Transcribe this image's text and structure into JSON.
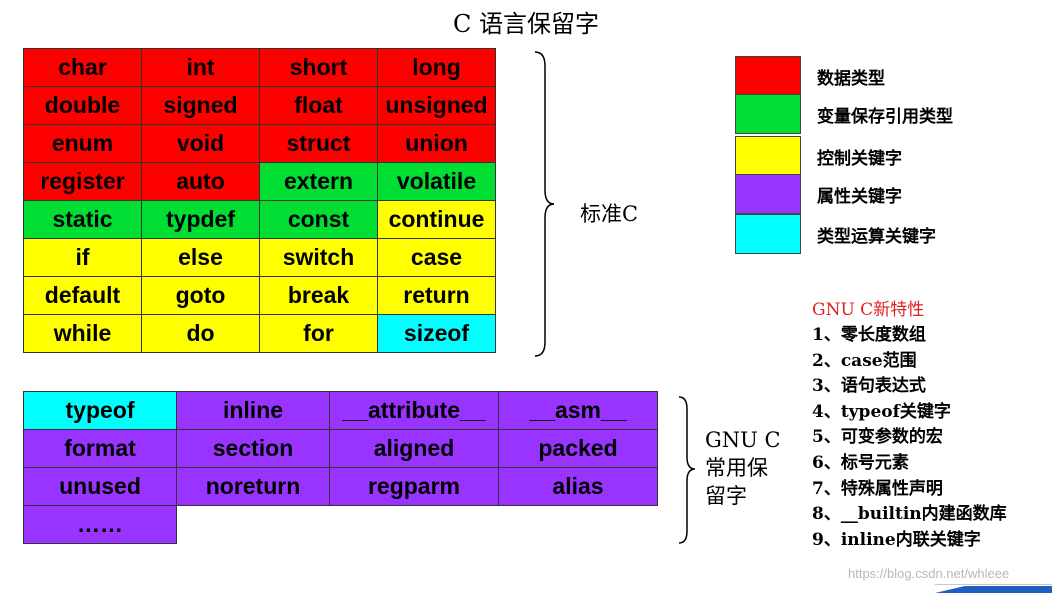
{
  "title": "C 语言保留字",
  "colors": {
    "data_type": "#ff0000",
    "storage_ref": "#00dd33",
    "control": "#ffff00",
    "attribute": "#9933ff",
    "type_op": "#00ffff"
  },
  "standard_table": [
    [
      {
        "text": "char",
        "cls": "c-data"
      },
      {
        "text": "int",
        "cls": "c-data"
      },
      {
        "text": "short",
        "cls": "c-data"
      },
      {
        "text": "long",
        "cls": "c-data"
      }
    ],
    [
      {
        "text": "double",
        "cls": "c-data"
      },
      {
        "text": "signed",
        "cls": "c-data"
      },
      {
        "text": "float",
        "cls": "c-data"
      },
      {
        "text": "unsigned",
        "cls": "c-data"
      }
    ],
    [
      {
        "text": "enum",
        "cls": "c-data"
      },
      {
        "text": "void",
        "cls": "c-data"
      },
      {
        "text": "struct",
        "cls": "c-data"
      },
      {
        "text": "union",
        "cls": "c-data"
      }
    ],
    [
      {
        "text": "register",
        "cls": "c-data"
      },
      {
        "text": "auto",
        "cls": "c-data"
      },
      {
        "text": "extern",
        "cls": "c-store"
      },
      {
        "text": "volatile",
        "cls": "c-store"
      }
    ],
    [
      {
        "text": "static",
        "cls": "c-store"
      },
      {
        "text": "typdef",
        "cls": "c-store"
      },
      {
        "text": "const",
        "cls": "c-store"
      },
      {
        "text": "continue",
        "cls": "c-ctrl"
      }
    ],
    [
      {
        "text": "if",
        "cls": "c-ctrl"
      },
      {
        "text": "else",
        "cls": "c-ctrl"
      },
      {
        "text": "switch",
        "cls": "c-ctrl"
      },
      {
        "text": "case",
        "cls": "c-ctrl"
      }
    ],
    [
      {
        "text": "default",
        "cls": "c-ctrl"
      },
      {
        "text": "goto",
        "cls": "c-ctrl"
      },
      {
        "text": "break",
        "cls": "c-ctrl"
      },
      {
        "text": "return",
        "cls": "c-ctrl"
      }
    ],
    [
      {
        "text": "while",
        "cls": "c-ctrl"
      },
      {
        "text": "do",
        "cls": "c-ctrl"
      },
      {
        "text": "for",
        "cls": "c-ctrl"
      },
      {
        "text": "sizeof",
        "cls": "c-op"
      }
    ]
  ],
  "standard_label": "标准C",
  "gnu_table": [
    [
      {
        "text": "typeof",
        "cls": "c-op"
      },
      {
        "text": "inline",
        "cls": "c-attr"
      },
      {
        "text": "__attribute__",
        "cls": "c-attr"
      },
      {
        "text": "__asm__",
        "cls": "c-attr"
      }
    ],
    [
      {
        "text": "format",
        "cls": "c-attr"
      },
      {
        "text": "section",
        "cls": "c-attr"
      },
      {
        "text": "aligned",
        "cls": "c-attr"
      },
      {
        "text": "packed",
        "cls": "c-attr"
      }
    ],
    [
      {
        "text": "unused",
        "cls": "c-attr"
      },
      {
        "text": "noreturn",
        "cls": "c-attr"
      },
      {
        "text": "regparm",
        "cls": "c-attr"
      },
      {
        "text": "alias",
        "cls": "c-attr"
      }
    ],
    [
      {
        "text": "……",
        "cls": "c-attr"
      }
    ]
  ],
  "gnu_label": {
    "line1": "GNU C",
    "line2": "常用保",
    "line3": "留字"
  },
  "legend": [
    {
      "label": "数据类型",
      "color": "#ff0000"
    },
    {
      "label": "变量保存引用类型",
      "color": "#00dd33"
    },
    {
      "label": "控制关键字",
      "color": "#ffff00"
    },
    {
      "label": "属性关键字",
      "color": "#9933ff"
    },
    {
      "label": "类型运算关键字",
      "color": "#00ffff"
    }
  ],
  "features": {
    "title": "GNU C新特性",
    "items": [
      "1、零长度数组",
      "2、case范围",
      "3、语句表达式",
      "4、typeof关键字",
      "5、可变参数的宏",
      "6、标号元素",
      "7、特殊属性声明",
      "8、__builtin内建函数库",
      "9、inline内联关键字"
    ]
  },
  "watermark": "https://blog.csdn.net/whleee"
}
